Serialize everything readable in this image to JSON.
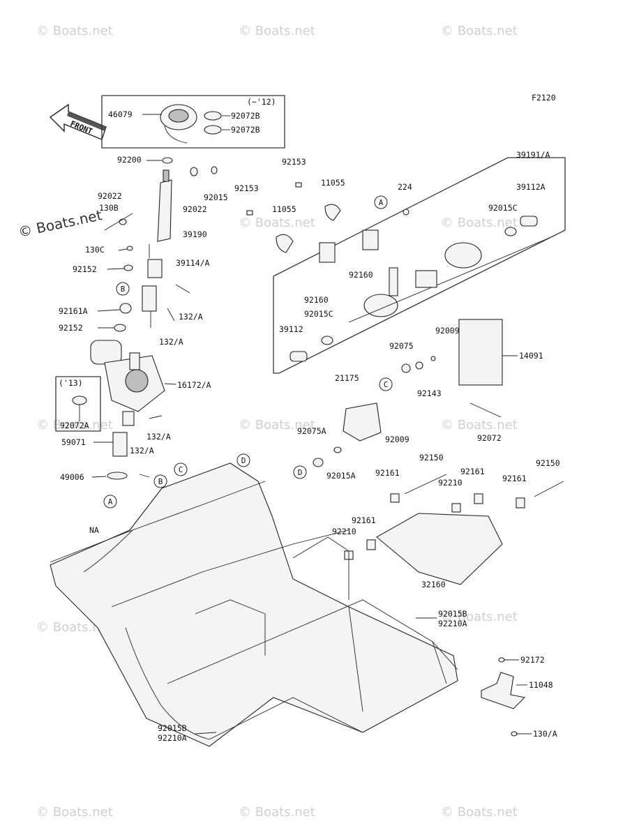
{
  "figure_code": "F2120",
  "watermark": "© Boats.net",
  "front_label": "FRONT",
  "group_notes": {
    "top_box": "(~'12)",
    "left_box": "('13)"
  },
  "callouts": [
    "A",
    "B",
    "C",
    "D"
  ],
  "frame_label": "NA",
  "parts": {
    "p46079": "46079",
    "p92072b_1": "92072B",
    "p92072b_2": "92072B",
    "p92200": "92200",
    "p92015": "92015",
    "p92022_a": "92022",
    "p92022_b": "92022",
    "p130b": "130B",
    "p39190": "39190",
    "p130c": "130C",
    "p92152_a": "92152",
    "p39114a": "39114/A",
    "p92161a": "92161A",
    "p132a_1": "132/A",
    "p92152_b": "92152",
    "p132a_2": "132/A",
    "p16172a": "16172/A",
    "p92072a": "92072A",
    "p132a_3": "132/A",
    "p59071": "59071",
    "p132a_4": "132/A",
    "p49006": "49006",
    "p92153_a": "92153",
    "p11055_a": "11055",
    "p92153_b": "92153",
    "p11055_b": "11055",
    "p92160_a": "92160",
    "p92160_b": "92160",
    "p224": "224",
    "p39191a": "39191/A",
    "p39112a": "39112A",
    "p92015c_a": "92015C",
    "p92015c_b": "92015C",
    "p39112": "39112",
    "p92009_a": "92009",
    "p92075": "92075",
    "p92143": "92143",
    "p14091": "14091",
    "p21175": "21175",
    "p92009_b": "92009",
    "p92075a": "92075A",
    "p92015a": "92015A",
    "p92072": "92072",
    "p92150_a": "92150",
    "p92150_b": "92150",
    "p92161_a": "92161",
    "p92161_b": "92161",
    "p92161_c": "92161",
    "p92161_d": "92161",
    "p92210_a": "92210",
    "p92210_b": "92210",
    "p32160": "32160",
    "p92015b_a": "92015B",
    "p92210a_a": "92210A",
    "p92015b_b": "92015B",
    "p92210a_b": "92210A",
    "p92172": "92172",
    "p11048": "11048",
    "p130a": "130/A"
  }
}
